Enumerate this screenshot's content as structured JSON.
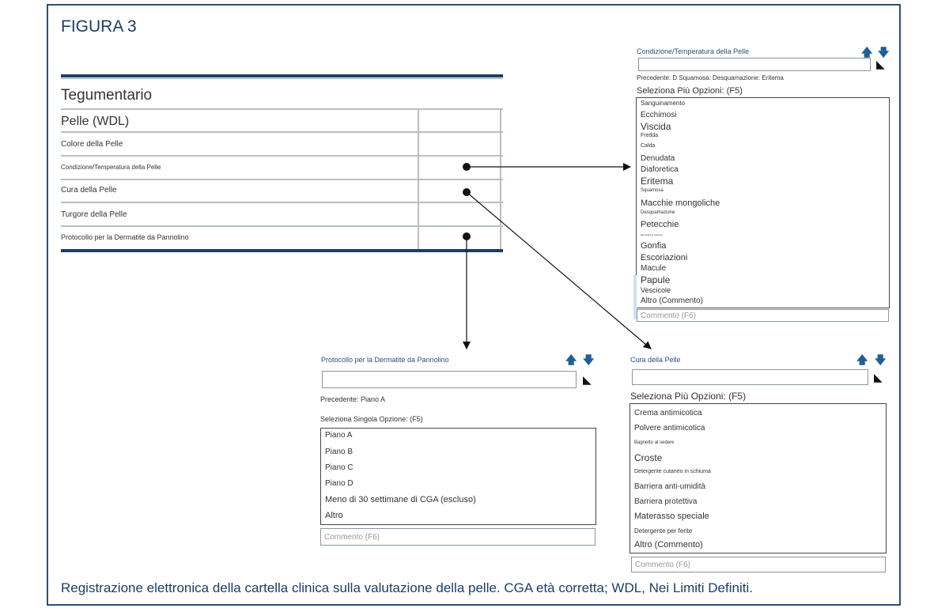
{
  "figure_title": "FIGURA 3",
  "caption": "Registrazione elettronica della cartella clinica sulla valutazione della pelle. CGA età corretta; WDL, Nei Limiti Definiti.",
  "table": {
    "section": "Tegumentario",
    "header": "Pelle (WDL)",
    "rows": [
      "Colore della Pelle",
      "Condizione/Temperatura della Pelle",
      "Cura della Pelle",
      "Turgore della Pelle",
      "Protocollo per la Dermatite da Pannolino"
    ]
  },
  "panel_condition": {
    "title": "Condizione/Temperatura della Pelle",
    "previous": "Precedente: D Squamosa: Desquamazione: Eritema",
    "select_label": "Seleziona Più Opzioni: (F5)",
    "options": [
      "Sanguinamento",
      "Ecchimosi",
      "Viscida",
      "Fredda",
      "Calda",
      "Denudata",
      "Diaforetica",
      "Eritema",
      "Squamosa",
      "Macchie mongoliche",
      "Desquamazione",
      "Petecchie",
      "Escoriazioni cutanee",
      "Gonfia",
      "Escoriazioni",
      "Macule",
      "Papule",
      "Vescicole",
      "Altro (Commento)"
    ],
    "comment": "Commento (F6)"
  },
  "panel_protocol": {
    "title": "Protocollo per la Dermatite da Pannolino",
    "previous": "Precedente: Piano A",
    "select_label": "Seleziona Singola Opzione: (F5)",
    "options": [
      "Piano A",
      "Piano B",
      "Piano C",
      "Piano D",
      "Meno di 30 settimane di CGA (escluso)",
      "Altro"
    ],
    "comment": "Commento (F6)"
  },
  "panel_care": {
    "title": "Cura della Pelle",
    "select_label": "Seleziona Più Opzioni: (F5)",
    "options": [
      "Crema antimicotica",
      "Polvere antimicotica",
      "Bagnetto al sedere",
      "Croste",
      "Detergente cutaneo in schiuma",
      "Barriera anti-umidità",
      "Barriera protettiva",
      "Materasso speciale",
      "Detergente per ferite",
      "Altro (Commento)"
    ],
    "comment": "Commento (F6)"
  },
  "icons": {
    "up": "arrow-up-icon",
    "down": "arrow-down-icon",
    "filter": "filter-icon"
  },
  "colors": {
    "accent": "#1d3d66",
    "link": "#2a4f7a",
    "arrow": "#1f5f99"
  }
}
